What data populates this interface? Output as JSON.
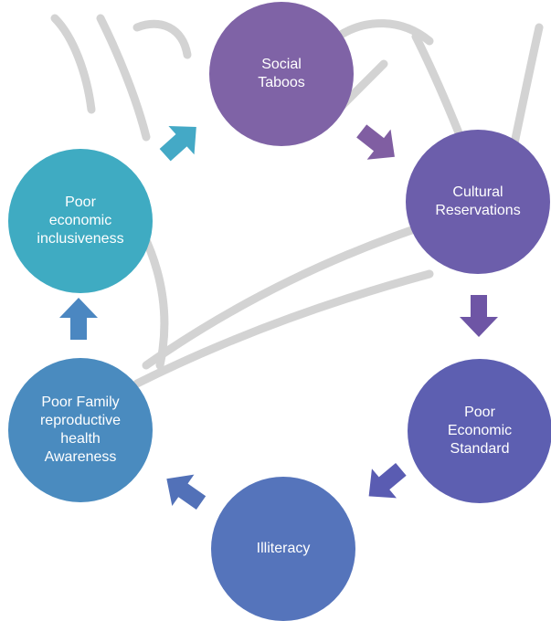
{
  "diagram": {
    "type": "cycle",
    "nodes": [
      {
        "id": "social",
        "label": "Social\nTaboos",
        "color": "#7f63a6"
      },
      {
        "id": "cultural",
        "label": "Cultural\nReservations",
        "color": "#6c5eab"
      },
      {
        "id": "econstd",
        "label": "Poor\nEconomic\nStandard",
        "color": "#5d5fb1"
      },
      {
        "id": "illit",
        "label": "Illiteracy",
        "color": "#5574bb"
      },
      {
        "id": "family",
        "label": "Poor Family\nreproductive\nhealth\nAwareness",
        "color": "#4a8bbf"
      },
      {
        "id": "inclus",
        "label": "Poor\neconomic\ninclusiveness",
        "color": "#3fabc2"
      }
    ],
    "arrows": [
      {
        "from": "social",
        "to": "cultural",
        "color": "#805ea2"
      },
      {
        "from": "cultural",
        "to": "econstd",
        "color": "#6e55a5"
      },
      {
        "from": "econstd",
        "to": "illit",
        "color": "#5a5cb2"
      },
      {
        "from": "illit",
        "to": "family",
        "color": "#5271b8"
      },
      {
        "from": "family",
        "to": "inclus",
        "color": "#4b87c1"
      },
      {
        "from": "inclus",
        "to": "social",
        "color": "#44a9c6"
      }
    ]
  },
  "watermark": {
    "color": "#d3d3d3"
  }
}
